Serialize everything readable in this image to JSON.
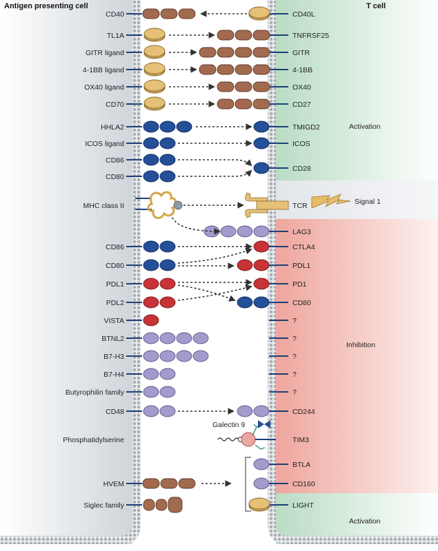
{
  "headers": {
    "apc": "Antigen presenting cell",
    "tcell": "T cell"
  },
  "zones": {
    "activation_top": "Activation",
    "signal1": "Signal 1",
    "inhibition": "Inhibition",
    "activation_bottom": "Activation"
  },
  "colors": {
    "brown": "#a26a4f",
    "tan": "#e6c077",
    "blue": "#24509a",
    "red": "#c73336",
    "lavender": "#a39bcc",
    "activation_green": "#c5e2cf",
    "inhibition_red": "#f2b6b0",
    "apc_grey": "#d4d9de",
    "membrane_grey": "#a8adb3",
    "stick": "#1d3f7a"
  },
  "rows": [
    {
      "id": "cd40",
      "left": "CD40",
      "right": "CD40L",
      "lshape": "brown",
      "lcount": 3,
      "rshape": "tan-disc",
      "rcount": 1,
      "dir": "left"
    },
    {
      "id": "tl1a",
      "left": "TL1A",
      "right": "TNFRSF25",
      "lshape": "tan-disc",
      "lcount": 1,
      "rshape": "brown",
      "rcount": 3,
      "dir": "right"
    },
    {
      "id": "gitr",
      "left": "GITR ligand",
      "right": "GITR",
      "lshape": "tan-disc",
      "lcount": 1,
      "rshape": "brown",
      "rcount": 4,
      "dir": "right"
    },
    {
      "id": "41bb",
      "left": "4-1BB ligand",
      "right": "4-1BB",
      "lshape": "tan-disc",
      "lcount": 1,
      "rshape": "brown",
      "rcount": 4,
      "dir": "right"
    },
    {
      "id": "ox40",
      "left": "OX40 ligand",
      "right": "OX40",
      "lshape": "tan-disc",
      "lcount": 1,
      "rshape": "brown",
      "rcount": 3,
      "dir": "right"
    },
    {
      "id": "cd70",
      "left": "CD70",
      "right": "CD27",
      "lshape": "tan-disc",
      "lcount": 1,
      "rshape": "brown",
      "rcount": 3,
      "dir": "right"
    },
    {
      "id": "hhla2",
      "left": "HHLA2",
      "right": "TMIGD2",
      "lshape": "blue",
      "lcount": 3,
      "rshape": "blue",
      "rcount": 1,
      "dir": "right"
    },
    {
      "id": "icosl",
      "left": "ICOS ligand",
      "right": "ICOS",
      "lshape": "blue",
      "lcount": 2,
      "rshape": "blue",
      "rcount": 1,
      "dir": "right"
    },
    {
      "id": "cd86a",
      "left": "CD86",
      "right": "",
      "lshape": "blue",
      "lcount": 2,
      "rshape": "",
      "rcount": 0,
      "dir": "none"
    },
    {
      "id": "cd28",
      "left": "",
      "right": "CD28",
      "lshape": "",
      "lcount": 0,
      "rshape": "blue",
      "rcount": 1,
      "dir": "none"
    },
    {
      "id": "cd80a",
      "left": "CD80",
      "right": "",
      "lshape": "blue",
      "lcount": 2,
      "rshape": "",
      "rcount": 0,
      "dir": "none"
    },
    {
      "id": "mhc",
      "left": "MHC class II",
      "right": "TCR",
      "lshape": "mhc",
      "lcount": 0,
      "rshape": "tcr",
      "rcount": 0,
      "dir": "right"
    },
    {
      "id": "lag3",
      "left": "",
      "right": "LAG3",
      "lshape": "",
      "lcount": 0,
      "rshape": "lavender",
      "rcount": 4,
      "dir": "none"
    },
    {
      "id": "cd86b",
      "left": "CD86",
      "right": "CTLA4",
      "lshape": "blue",
      "lcount": 2,
      "rshape": "red",
      "rcount": 1,
      "dir": "right"
    },
    {
      "id": "cd80b",
      "left": "CD80",
      "right": "PDL1",
      "lshape": "blue",
      "lcount": 2,
      "rshape": "red",
      "rcount": 2,
      "dir": "right"
    },
    {
      "id": "pdl1",
      "left": "PDL1",
      "right": "PD1",
      "lshape": "red",
      "lcount": 2,
      "rshape": "red",
      "rcount": 1,
      "dir": "right"
    },
    {
      "id": "pdl2",
      "left": "PDL2",
      "right": "CD80",
      "lshape": "red",
      "lcount": 2,
      "rshape": "blue",
      "rcount": 2,
      "dir": "none"
    },
    {
      "id": "vista",
      "left": "VISTA",
      "right": "?",
      "lshape": "red",
      "lcount": 1,
      "rshape": "",
      "rcount": 0,
      "dir": "none"
    },
    {
      "id": "btnl2",
      "left": "BTNL2",
      "right": "?",
      "lshape": "lavender",
      "lcount": 4,
      "rshape": "",
      "rcount": 0,
      "dir": "none"
    },
    {
      "id": "b7h3",
      "left": "B7-H3",
      "right": "?",
      "lshape": "lavender",
      "lcount": 4,
      "rshape": "",
      "rcount": 0,
      "dir": "none"
    },
    {
      "id": "b7h4",
      "left": "B7-H4",
      "right": "?",
      "lshape": "lavender",
      "lcount": 2,
      "rshape": "",
      "rcount": 0,
      "dir": "none"
    },
    {
      "id": "butyro",
      "left": "Butyrophilin family",
      "right": "?",
      "lshape": "lavender",
      "lcount": 2,
      "rshape": "",
      "rcount": 0,
      "dir": "none"
    },
    {
      "id": "cd48",
      "left": "CD48",
      "right": "CD244",
      "lshape": "lavender",
      "lcount": 2,
      "rshape": "lavender",
      "rcount": 2,
      "dir": "right"
    },
    {
      "id": "galectin",
      "left": "",
      "right": "",
      "lshape": "",
      "lcount": 0,
      "rshape": "",
      "rcount": 0,
      "dir": "none"
    },
    {
      "id": "tim3",
      "left": "Phosphatidylserine",
      "right": "TIM3",
      "lshape": "",
      "lcount": 0,
      "rshape": "tim3",
      "rcount": 0,
      "dir": "none"
    },
    {
      "id": "btla",
      "left": "",
      "right": "BTLA",
      "lshape": "",
      "lcount": 0,
      "rshape": "lavender",
      "rcount": 1,
      "dir": "none"
    },
    {
      "id": "hvem",
      "left": "HVEM",
      "right": "CD160",
      "lshape": "brown",
      "lcount": 3,
      "rshape": "lavender",
      "rcount": 1,
      "dir": "right"
    },
    {
      "id": "siglec",
      "left": "Siglec family",
      "right": "LIGHT",
      "lshape": "brown-siglec",
      "lcount": 3,
      "rshape": "tan-disc",
      "rcount": 1,
      "dir": "none"
    }
  ],
  "galectin_label": "Galectin 9"
}
